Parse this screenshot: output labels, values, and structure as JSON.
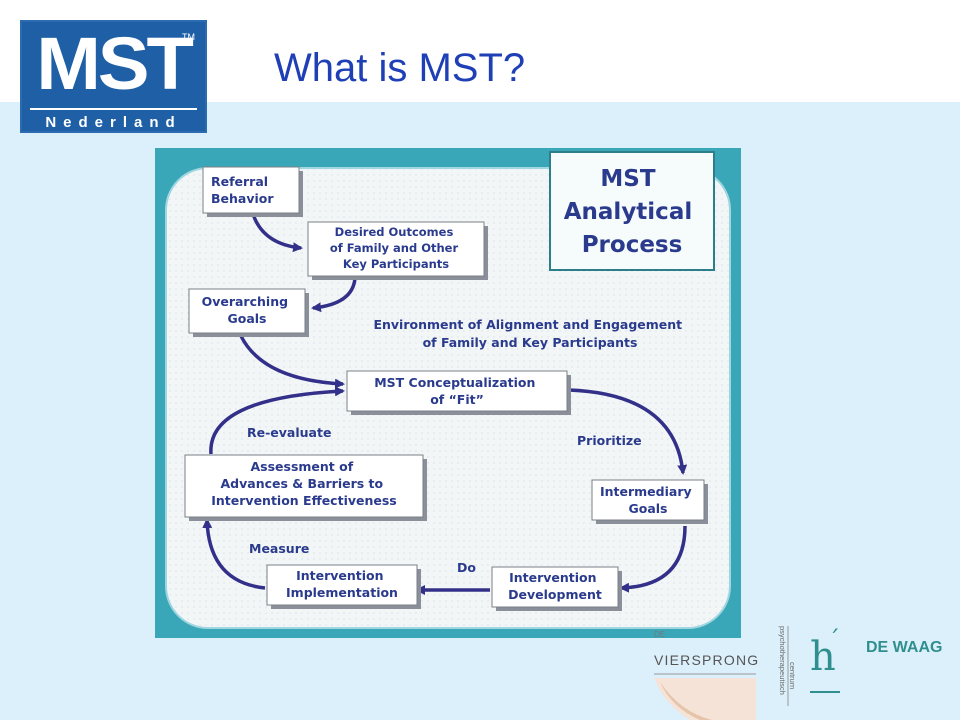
{
  "slide": {
    "title": "What is MST?",
    "logo": {
      "main": "MST",
      "tm": "TM",
      "sub": "Nederland"
    }
  },
  "diagram": {
    "title_lines": [
      "MST",
      "Analytical",
      "Process"
    ],
    "environment_lines": [
      "Environment of Alignment and Engagement",
      "of Family and Key Participants"
    ],
    "boxes": {
      "referral": [
        "Referral",
        "Behavior"
      ],
      "desired": [
        "Desired Outcomes",
        "of Family and Other",
        "Key Participants"
      ],
      "overarching": [
        "Overarching",
        "Goals"
      ],
      "conceptualization": [
        "MST Conceptualization",
        "of “Fit”"
      ],
      "assessment": [
        "Assessment of",
        "Advances & Barriers to",
        "Intervention Effectiveness"
      ],
      "intermediary": [
        "Intermediary",
        "Goals"
      ],
      "implementation": [
        "Intervention",
        "Implementation"
      ],
      "development": [
        "Intervention",
        "Development"
      ]
    },
    "labels": {
      "reevaluate": "Re-evaluate",
      "prioritize": "Prioritize",
      "measure": "Measure",
      "do": "Do"
    }
  },
  "footer": {
    "vier_de": "DE",
    "vier_name": "VIERSPRONG",
    "vier_vertical": [
      "psychotherapeutisch",
      "centrum"
    ],
    "waag": "DE WAAG"
  },
  "colors": {
    "title": "#1f3fb6",
    "logo_bg": "#1e5fa6",
    "arrow": "#33308a",
    "text": "#2a3a8c",
    "band": "#dcf0fb"
  }
}
